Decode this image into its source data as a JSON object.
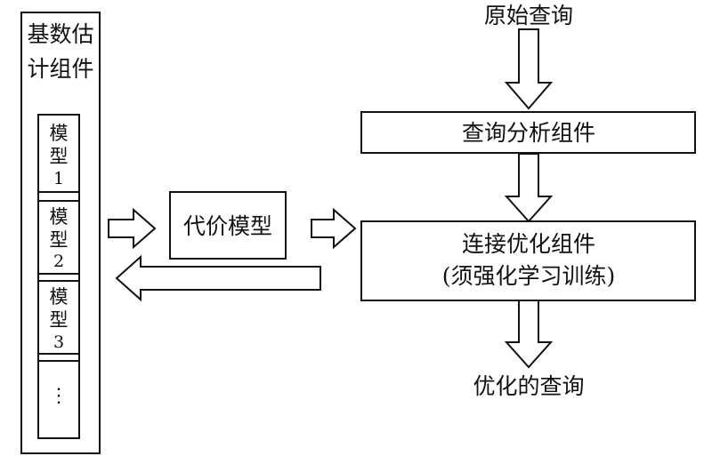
{
  "estimator": {
    "title_line1": "基数估",
    "title_line2": "计组件",
    "models": [
      {
        "line1": "模",
        "line2": "型",
        "line3": "1"
      },
      {
        "line1": "模",
        "line2": "型",
        "line3": "2"
      },
      {
        "line1": "模",
        "line2": "型",
        "line3": "3"
      }
    ],
    "more": "⋮"
  },
  "cost_model": "代价模型",
  "input_query": "原始查询",
  "query_analysis": "查询分析组件",
  "join_optimizer": {
    "line1": "连接优化组件",
    "line2": "(须强化学习训练)"
  },
  "output_query": "优化的查询"
}
